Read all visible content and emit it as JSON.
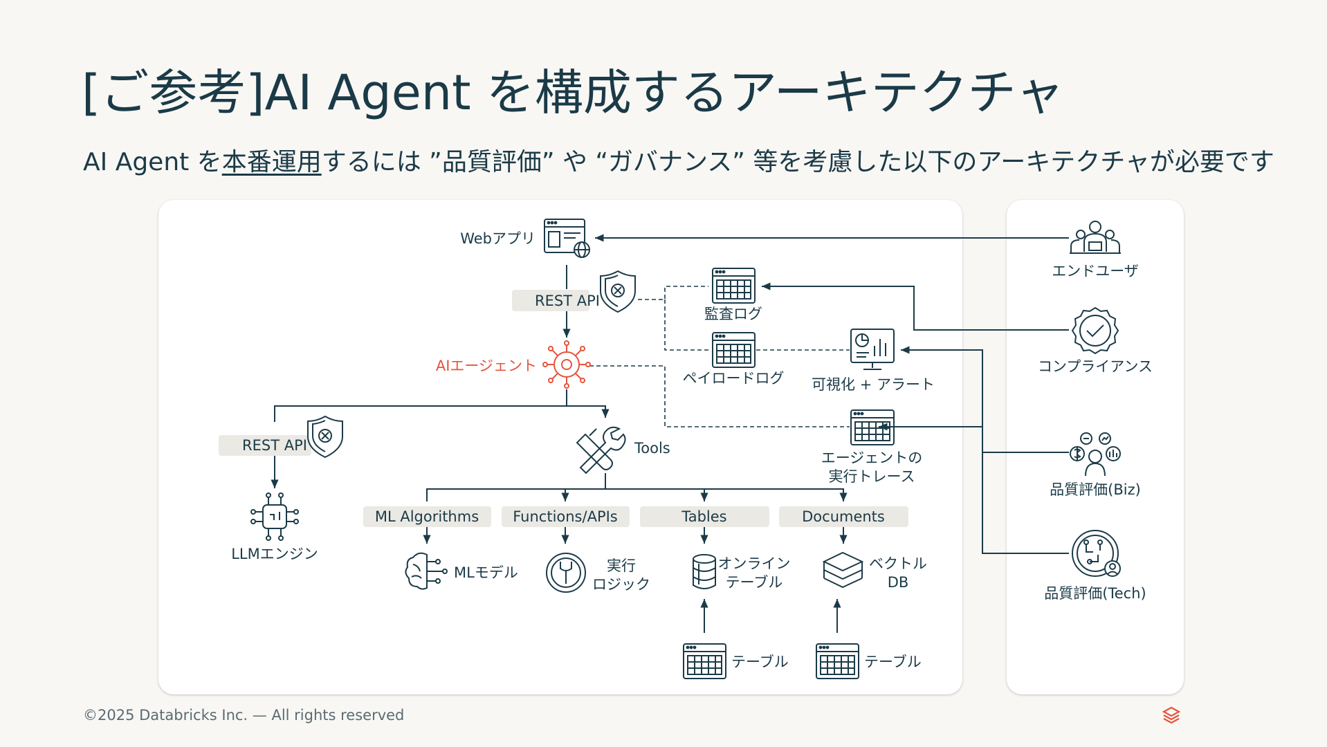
{
  "slide": {
    "title": "[ご参考]AI Agent を構成するアーキテクチャ",
    "subtitle_pre": "AI Agent を",
    "subtitle_underlined": "本番運用",
    "subtitle_post": "するには ”品質評価” や “ガバナンス” 等を考慮した以下のアーキテクチャが必要です",
    "footer": "©2025 Databricks Inc. — All rights reserved"
  },
  "diagram": {
    "web_app": "Webアプリ",
    "rest_api_top": "REST API",
    "ai_agent": "AIエージェント",
    "rest_api_left": "REST API",
    "llm_engine": "LLMエンジン",
    "tools": "Tools",
    "categories": [
      "ML Algorithms",
      "Functions/APIs",
      "Tables",
      "Documents"
    ],
    "ml_model": "MLモデル",
    "exec_logic": [
      "実行",
      "ロジック"
    ],
    "online_table": [
      "オンライン",
      "テーブル"
    ],
    "vector_db": [
      "ベクトル",
      "DB"
    ],
    "table_left": "テーブル",
    "table_right": "テーブル",
    "audit_log": "監査ログ",
    "payload_log": "ペイロードログ",
    "visualize": "可視化 + アラート",
    "agent_trace": [
      "エージェントの",
      "実行トレース"
    ],
    "agent_color": "#e5533d",
    "line_color": "#1b3a47"
  },
  "side": {
    "end_user": "エンドユーザ",
    "compliance": "コンプライアンス",
    "quality_biz": "品質評価(Biz)",
    "quality_tech": "品質評価(Tech)"
  },
  "icons": [
    "web-window-globe-icon",
    "shield-icon",
    "audit-grid-icon",
    "payload-grid-icon",
    "agent-network-icon",
    "dashboard-icon",
    "trace-grid-icon",
    "tools-icon",
    "llm-chip-icon",
    "brain-icon",
    "gear-wrench-icon",
    "database-icon",
    "layers-icon",
    "table-icon",
    "users-icon",
    "badge-check-icon",
    "biz-icon",
    "tech-icon",
    "databricks-logo-icon"
  ]
}
